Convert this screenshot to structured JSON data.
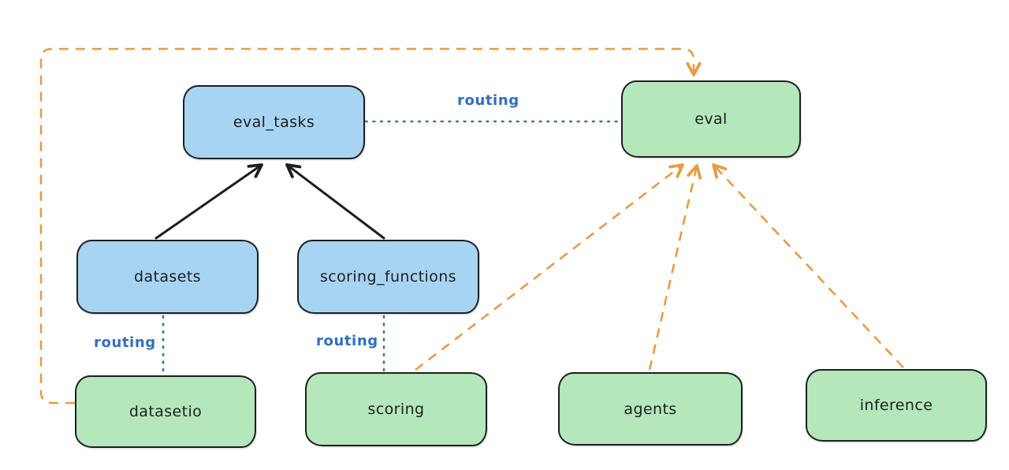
{
  "colors": {
    "background": "#ffffff",
    "node_blue_fill": "#a7d4f3",
    "node_green_fill": "#b4e8bb",
    "node_border": "#1e1e1e",
    "arrow_black": "#1e1e1e",
    "routing_blue": "#2f6fc2",
    "orange_dashed": "#e99b41"
  },
  "nodes": {
    "eval_tasks": {
      "label": "eval_tasks",
      "color": "blue"
    },
    "eval": {
      "label": "eval",
      "color": "green"
    },
    "datasets": {
      "label": "datasets",
      "color": "blue"
    },
    "scoring_functions": {
      "label": "scoring_functions",
      "color": "blue"
    },
    "datasetio": {
      "label": "datasetio",
      "color": "green"
    },
    "scoring": {
      "label": "scoring",
      "color": "green"
    },
    "agents": {
      "label": "agents",
      "color": "green"
    },
    "inference": {
      "label": "inference",
      "color": "green"
    }
  },
  "edge_labels": {
    "eval_tasks_to_eval": "routing",
    "datasets_to_datasetio": "routing",
    "scoring_functions_to_scoring": "routing"
  },
  "edges": [
    {
      "from": "datasets",
      "to": "eval_tasks",
      "style": "solid-black-arrow"
    },
    {
      "from": "scoring_functions",
      "to": "eval_tasks",
      "style": "solid-black-arrow"
    },
    {
      "from": "eval_tasks",
      "to": "eval",
      "style": "dotted-blue",
      "label": "routing"
    },
    {
      "from": "datasets",
      "to": "datasetio",
      "style": "dotted-blue",
      "label": "routing"
    },
    {
      "from": "scoring_functions",
      "to": "scoring",
      "style": "dotted-blue",
      "label": "routing"
    },
    {
      "from": "datasetio",
      "to": "eval",
      "style": "dashed-orange-arrow"
    },
    {
      "from": "scoring",
      "to": "eval",
      "style": "dashed-orange-arrow"
    },
    {
      "from": "agents",
      "to": "eval",
      "style": "dashed-orange-arrow"
    },
    {
      "from": "inference",
      "to": "eval",
      "style": "dashed-orange-arrow"
    }
  ]
}
